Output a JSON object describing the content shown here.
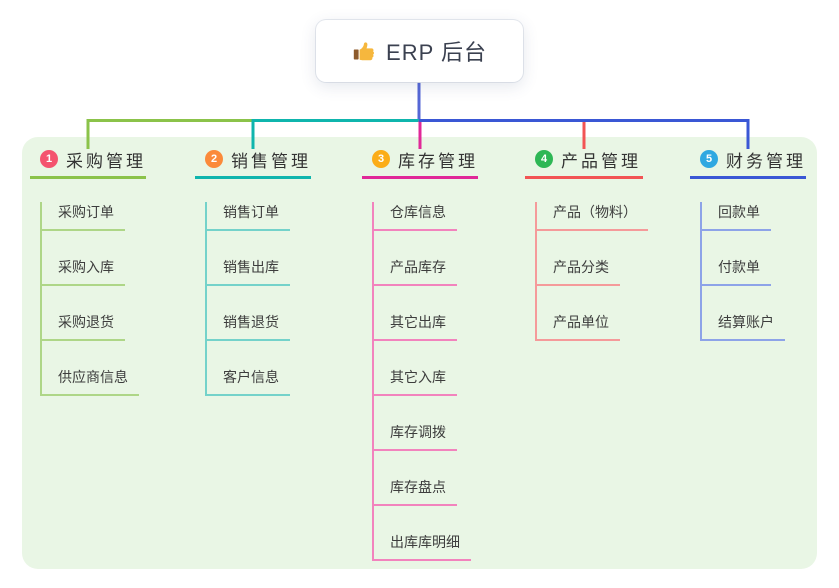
{
  "root": {
    "title": "ERP 后台",
    "icon": "thumbs-up-icon"
  },
  "colors": {
    "background": "#ffffff",
    "panel_bg": "#e9f6e5",
    "root_line": "#5567d6",
    "root_text": "#3b4150",
    "branch_title_text": "#333333",
    "child_text": "#3d3d3d",
    "thumb_gold": "#f6b73d",
    "thumb_cuff": "#8d5a2b"
  },
  "branches": [
    {
      "index": "1",
      "title": "采购管理",
      "line_color": "#8bc34a",
      "child_line_color": "#aed687",
      "badge_color": "#f4536e",
      "children": [
        "采购订单",
        "采购入库",
        "采购退货",
        "供应商信息"
      ]
    },
    {
      "index": "2",
      "title": "销售管理",
      "line_color": "#0fb5ad",
      "child_line_color": "#74d2ca",
      "badge_color": "#fb8a3a",
      "children": [
        "销售订单",
        "销售出库",
        "销售退货",
        "客户信息"
      ]
    },
    {
      "index": "3",
      "title": "库存管理",
      "line_color": "#e02898",
      "child_line_color": "#f283bd",
      "badge_color": "#fbad18",
      "children": [
        "仓库信息",
        "产品库存",
        "其它出库",
        "其它入库",
        "库存调拨",
        "库存盘点",
        "出库库明细"
      ]
    },
    {
      "index": "4",
      "title": "产品管理",
      "line_color": "#f25454",
      "child_line_color": "#f59a9a",
      "badge_color": "#2eb755",
      "children": [
        "产品（物料）",
        "产品分类",
        "产品单位"
      ]
    },
    {
      "index": "5",
      "title": "财务管理",
      "line_color": "#3a57d5",
      "child_line_color": "#8da3e8",
      "badge_color": "#2fa8e1",
      "children": [
        "回款单",
        "付款单",
        "结算账户"
      ]
    }
  ]
}
